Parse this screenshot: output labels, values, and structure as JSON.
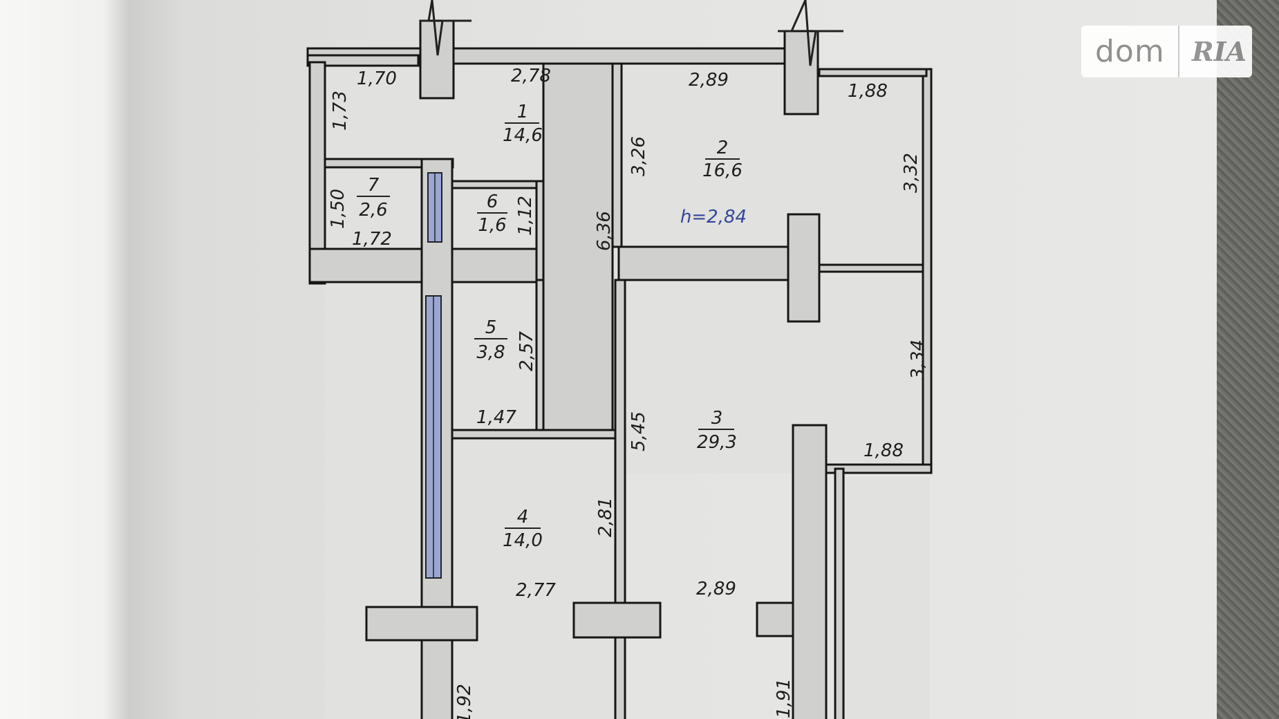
{
  "plan": {
    "rooms": [
      {
        "number": "1",
        "area": "14,6"
      },
      {
        "number": "2",
        "area": "16,6"
      },
      {
        "number": "3",
        "area": "29,3"
      },
      {
        "number": "4",
        "area": "14,0"
      },
      {
        "number": "5",
        "area": "3,8"
      },
      {
        "number": "6",
        "area": "1,6"
      },
      {
        "number": "7",
        "area": "2,6"
      }
    ],
    "ceiling_height": "h=2,84",
    "dimensions": {
      "d_1_70": "1,70",
      "d_2_78": "2,78",
      "d_2_89_top": "2,89",
      "d_1_88_top": "1,88",
      "d_1_73": "1,73",
      "d_3_26": "3,26",
      "d_3_32": "3,32",
      "d_1_50": "1,50",
      "d_1_72": "1,72",
      "d_1_12": "1,12",
      "d_6_36": "6,36",
      "d_2_57": "2,57",
      "d_1_47": "1,47",
      "d_3_34": "3,34",
      "d_5_45": "5,45",
      "d_1_88_bot": "1,88",
      "d_2_81": "2,81",
      "d_2_77": "2,77",
      "d_2_89_bot": "2,89",
      "d_1_92": "1,92",
      "d_1_91": "1,91"
    }
  },
  "watermark": {
    "text": "dom",
    "mark": "RIA"
  }
}
